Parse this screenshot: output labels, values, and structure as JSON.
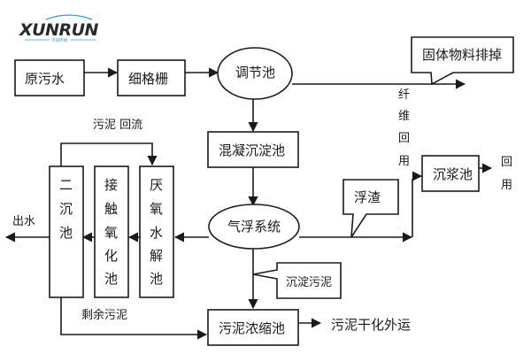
{
  "logo": {
    "brand": "XUNRUN",
    "subtitle": "浔润环保",
    "accent_color": "#2d9be0"
  },
  "nodes": {
    "raw_water": "原污水",
    "fine_screen": "细格栅",
    "equalization_tank": "调节池",
    "coag_settling_tank": "混凝沉淀池",
    "air_flotation": "气浮系统",
    "sludge_thickening": "污泥浓缩池",
    "slurry_tank": "沉浆池",
    "secondary_clarifier": [
      "二",
      "沉",
      "池"
    ],
    "contact_oxidation": [
      "接",
      "触",
      "氧",
      "化",
      "池"
    ],
    "hydrolysis_tank": [
      "厌",
      "氧",
      "水",
      "解",
      "池"
    ]
  },
  "callouts": {
    "solid_discharge": "固体物料排掉",
    "scum": "浮渣",
    "settled_sludge": "沉淀污泥"
  },
  "labels": {
    "fiber_reuse": [
      "纤",
      "维",
      "回",
      "用"
    ],
    "reuse": [
      "回",
      "用"
    ],
    "sludge_return": "污泥 回流",
    "effluent": "出水",
    "excess_sludge": "剩余污泥",
    "sludge_out": "污泥干化外运"
  }
}
